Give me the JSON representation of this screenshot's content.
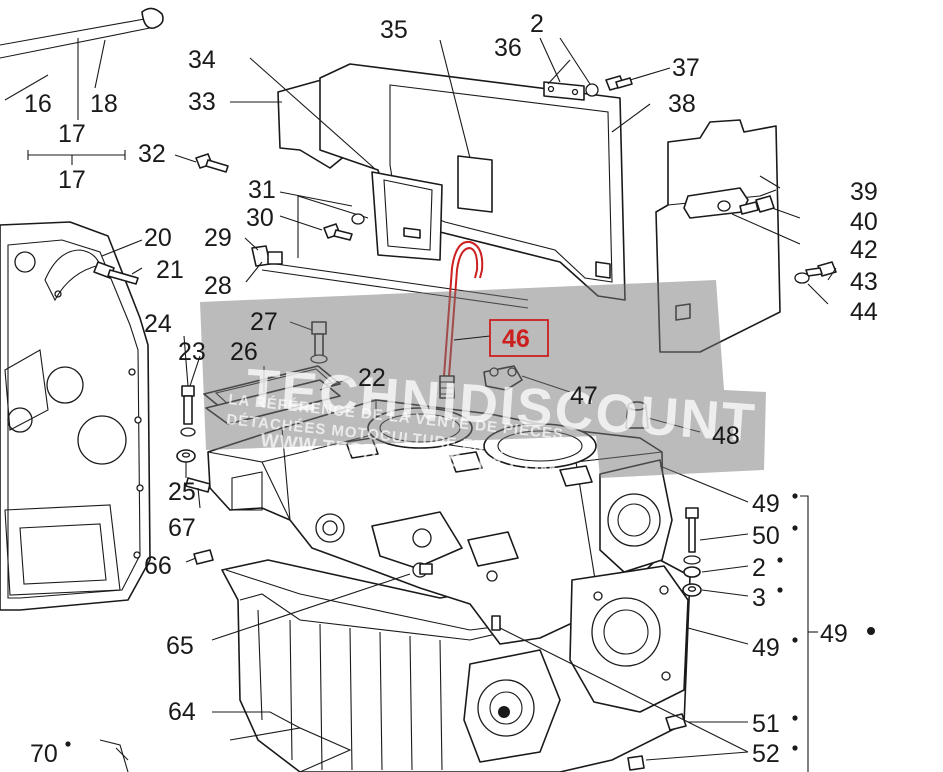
{
  "diagram": {
    "callouts": [
      {
        "id": "c16",
        "text": "16"
      },
      {
        "id": "c17a",
        "text": "17"
      },
      {
        "id": "c17b",
        "text": "17"
      },
      {
        "id": "c18",
        "text": "18"
      },
      {
        "id": "c34",
        "text": "34"
      },
      {
        "id": "c33",
        "text": "33"
      },
      {
        "id": "c32",
        "text": "32"
      },
      {
        "id": "c35",
        "text": "35"
      },
      {
        "id": "c2a",
        "text": "2"
      },
      {
        "id": "c36",
        "text": "36"
      },
      {
        "id": "c37",
        "text": "37"
      },
      {
        "id": "c38",
        "text": "38"
      },
      {
        "id": "c31",
        "text": "31"
      },
      {
        "id": "c30",
        "text": "30"
      },
      {
        "id": "c29",
        "text": "29"
      },
      {
        "id": "c28",
        "text": "28"
      },
      {
        "id": "c20",
        "text": "20"
      },
      {
        "id": "c21",
        "text": "21"
      },
      {
        "id": "c39",
        "text": "39"
      },
      {
        "id": "c40",
        "text": "40"
      },
      {
        "id": "c42",
        "text": "42"
      },
      {
        "id": "c43",
        "text": "43"
      },
      {
        "id": "c44",
        "text": "44"
      },
      {
        "id": "c24",
        "text": "24"
      },
      {
        "id": "c27",
        "text": "27"
      },
      {
        "id": "c23",
        "text": "23"
      },
      {
        "id": "c26",
        "text": "26"
      },
      {
        "id": "c22",
        "text": "22"
      },
      {
        "id": "c47",
        "text": "47"
      },
      {
        "id": "c48",
        "text": "48"
      },
      {
        "id": "c25",
        "text": "25"
      },
      {
        "id": "c67",
        "text": "67"
      },
      {
        "id": "c66",
        "text": "66"
      },
      {
        "id": "c65",
        "text": "65"
      },
      {
        "id": "c64",
        "text": "64"
      },
      {
        "id": "c70",
        "text": "70"
      },
      {
        "id": "c49a",
        "text": "49"
      },
      {
        "id": "c50",
        "text": "50"
      },
      {
        "id": "c2b",
        "text": "2"
      },
      {
        "id": "c3",
        "text": "3"
      },
      {
        "id": "c49b",
        "text": "49"
      },
      {
        "id": "c49c",
        "text": "49"
      },
      {
        "id": "c51",
        "text": "51"
      },
      {
        "id": "c52",
        "text": "52"
      }
    ],
    "highlight": {
      "text": "46",
      "color": "#cc1f1f"
    }
  },
  "watermark": {
    "brand": "TECHNIDISCOUNT",
    "tagline_1": "LA RÉFÉRENCE DE LA VENTE DE PIÈCES",
    "tagline_2": "DÉTACHÉES MOTOCULTURE EN LIGNE",
    "url": "WWW.TECHNIDISCOUNT.COM"
  },
  "colors": {
    "ink": "#1a1a1a",
    "highlight": "#cc1f1f",
    "watermark": "#777777"
  }
}
